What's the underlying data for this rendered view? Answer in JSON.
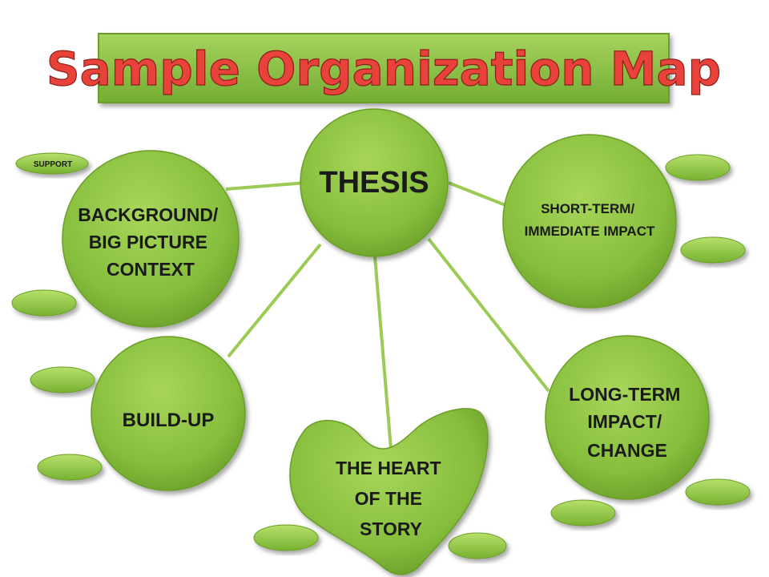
{
  "title": "Sample Organization Map",
  "colors": {
    "node": "#8cc13f",
    "node_dark": "#5f8f25",
    "title_bg": "#86bf45",
    "title_text": "#e8423a"
  },
  "nodes": {
    "thesis": "THESIS",
    "background": [
      "BACKGROUND/",
      "BIG PICTURE",
      "CONTEXT"
    ],
    "short_term": [
      "SHORT-TERM/",
      "IMMEDIATE IMPACT"
    ],
    "build_up": "BUILD-UP",
    "heart": [
      "THE HEART",
      "OF THE",
      "STORY"
    ],
    "long_term": [
      "LONG-TERM",
      "IMPACT/",
      "CHANGE"
    ]
  },
  "support_label": "SUPPORT"
}
